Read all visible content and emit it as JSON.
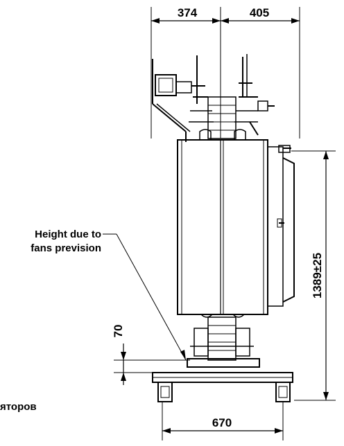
{
  "dimensions": {
    "top_left": "374",
    "top_right": "405",
    "height": "1389±25",
    "bottom_width": "670",
    "base_height": "70"
  },
  "callout": {
    "line1": "Height due to",
    "line2": "fans prevision"
  },
  "partial_text": "яторов",
  "colors": {
    "line": "#000000",
    "background": "#ffffff"
  }
}
